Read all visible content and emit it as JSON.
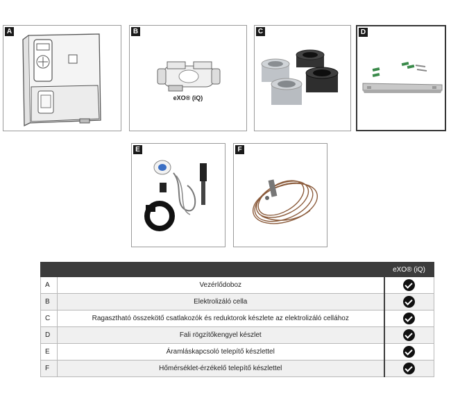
{
  "panels": [
    {
      "letter": "A"
    },
    {
      "letter": "B",
      "caption": "eXO® (iQ)"
    },
    {
      "letter": "C"
    },
    {
      "letter": "D"
    },
    {
      "letter": "E"
    },
    {
      "letter": "F"
    }
  ],
  "table": {
    "header": {
      "blank": "",
      "model": "eXO® (iQ)"
    },
    "rows": [
      {
        "letter": "A",
        "description": "Vezérlődoboz",
        "included": true
      },
      {
        "letter": "B",
        "description": "Elektrolizáló cella",
        "included": true
      },
      {
        "letter": "C",
        "description": "Ragasztható összekötő csatlakozók és reduktorok készlete az elektrolizáló cellához",
        "included": true
      },
      {
        "letter": "D",
        "description": "Fali rögzítőkengyel készlet",
        "included": true
      },
      {
        "letter": "E",
        "description": "Áramláskapcsoló telepítő készlettel",
        "included": true
      },
      {
        "letter": "F",
        "description": "Hőmérséklet-érzékelő telepítő készlettel",
        "included": true
      }
    ]
  },
  "icons": {
    "included": "check-circle-icon"
  }
}
